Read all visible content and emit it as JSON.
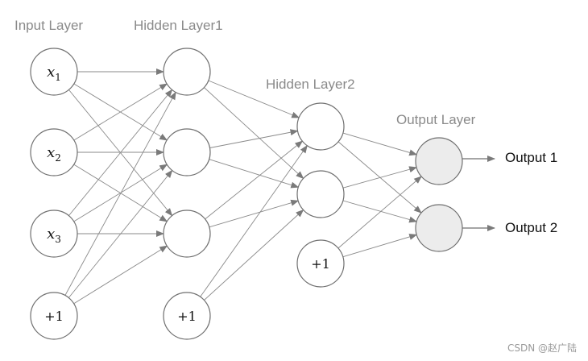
{
  "titles": {
    "input": "Input Layer",
    "hidden1": "Hidden Layer1",
    "hidden2": "Hidden Layer2",
    "output": "Output Layer"
  },
  "input_nodes": [
    {
      "base": "x",
      "sub": "1"
    },
    {
      "base": "x",
      "sub": "2"
    },
    {
      "base": "x",
      "sub": "3"
    }
  ],
  "bias_label": "+1",
  "outputs": [
    "Output 1",
    "Output 2"
  ],
  "watermark": "CSDN @赵广陆",
  "colors": {
    "node_stroke": "#6f6f6f",
    "edge": "#8a8a8a",
    "output_fill": "#ececec",
    "title": "#8a8a8a"
  }
}
